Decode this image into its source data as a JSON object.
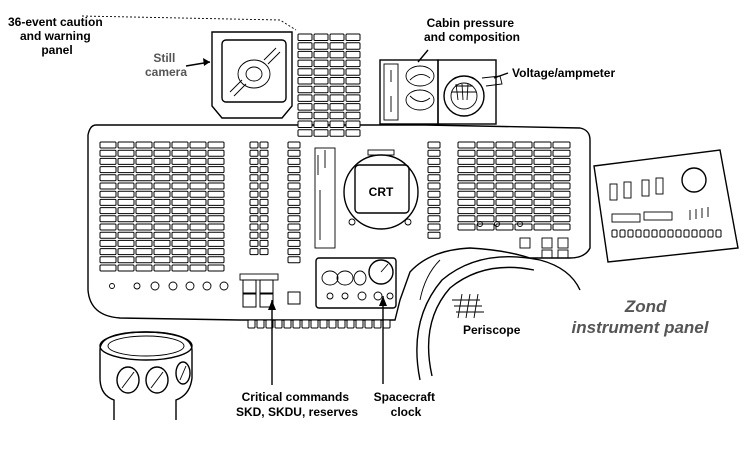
{
  "labels": {
    "caution_panel": [
      "36-event caution",
      "and warning",
      "panel"
    ],
    "still_camera": [
      "Still",
      "camera"
    ],
    "cabin_pressure": [
      "Cabin pressure",
      "and composition"
    ],
    "voltage": "Voltage/ampmeter",
    "crt": "CRT",
    "periscope": "Periscope",
    "title": [
      "Zond",
      "instrument panel"
    ],
    "critical_commands": [
      "Critical commands",
      "SKD, SKDU, reserves"
    ],
    "spacecraft_clock": [
      "Spacecraft",
      "clock"
    ]
  },
  "colors": {
    "ink": "#000000",
    "gray_label": "#555555",
    "background": "#ffffff"
  }
}
